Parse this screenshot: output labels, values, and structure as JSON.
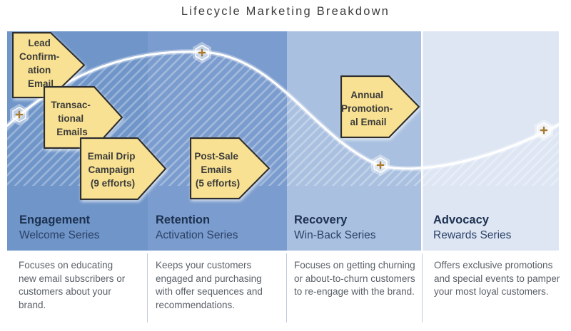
{
  "title": "Lifecycle Marketing Breakdown",
  "colors": {
    "engagement_column": "#6F95C9",
    "retention_column": "#7B9CCE",
    "recovery_column": "#A9C0E0",
    "advocacy_column": "#DEE6F4",
    "tag_fill": "#F8E192",
    "tag_border": "#2E2E2E",
    "curve": "#FFFFFF",
    "marker_plus": "#A87B2E",
    "heading_text": "#1D3150",
    "subheading_text": "#2B4166",
    "description_text": "#5A6068",
    "title_text": "#3D3D3D"
  },
  "stages": [
    {
      "name": "Engagement",
      "series": "Welcome Series",
      "description": "Focuses on educating new email subscribers or customers about your brand.",
      "color": "#6F95C9"
    },
    {
      "name": "Retention",
      "series": "Activation Series",
      "description": "Keeps your customers engaged and purchasing with offer sequences and recommendations.",
      "color": "#7B9CCE"
    },
    {
      "name": "Recovery",
      "series": "Win-Back Series",
      "description": "Focuses on getting churning or about-to-churn customers to re-engage with the brand.",
      "color": "#A9C0E0"
    },
    {
      "name": "Advocacy",
      "series": "Rewards Series",
      "description": "Offers exclusive promotions and special events to pamper your most loyal customers.",
      "color": "#DEE6F4"
    }
  ],
  "tags": [
    {
      "label": "Lead Confirmation Email",
      "lines": [
        "Lead",
        "Confirm-",
        "ation",
        "Email"
      ]
    },
    {
      "label": "Transactional Emails",
      "lines": [
        "Transac-",
        "tional",
        "Emails"
      ]
    },
    {
      "label": "Email Drip Campaign (9 efforts)",
      "lines": [
        "Email Drip",
        "Campaign",
        "(9 efforts)"
      ]
    },
    {
      "label": "Post-Sale Emails (5 efforts)",
      "lines": [
        "Post-Sale",
        "Emails",
        "(5 efforts)"
      ]
    },
    {
      "label": "Annual Promotional Email",
      "lines": [
        "Annual",
        "Promotion-",
        "al Email"
      ]
    }
  ],
  "markers_count": "4"
}
